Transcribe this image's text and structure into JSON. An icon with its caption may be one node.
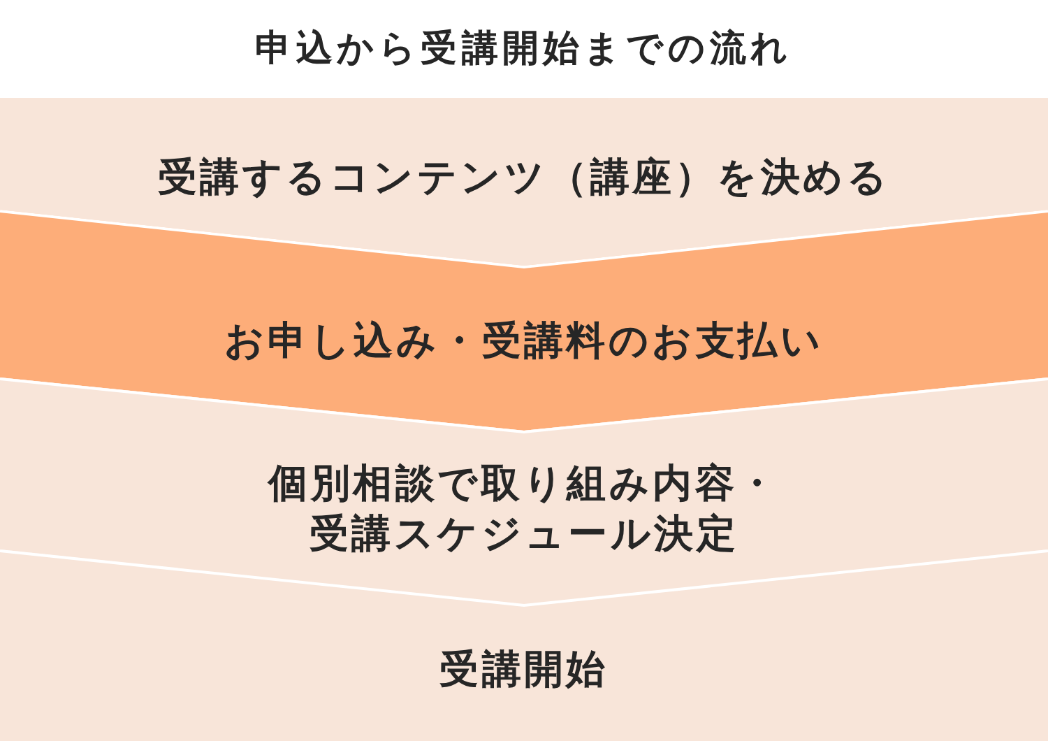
{
  "diagram": {
    "title": "申込から受講開始までの流れ",
    "nodes": [
      {
        "text": [
          "受講するコンテンツ（講座）を決める"
        ]
      },
      {
        "text": [
          "お申し込み・受講料のお支払い"
        ]
      },
      {
        "text": [
          "個別相談で取り組み内容・受講スケジュール決定"
        ]
      },
      {
        "text": [
          "受講開始"
        ]
      }
    ]
  }
}
